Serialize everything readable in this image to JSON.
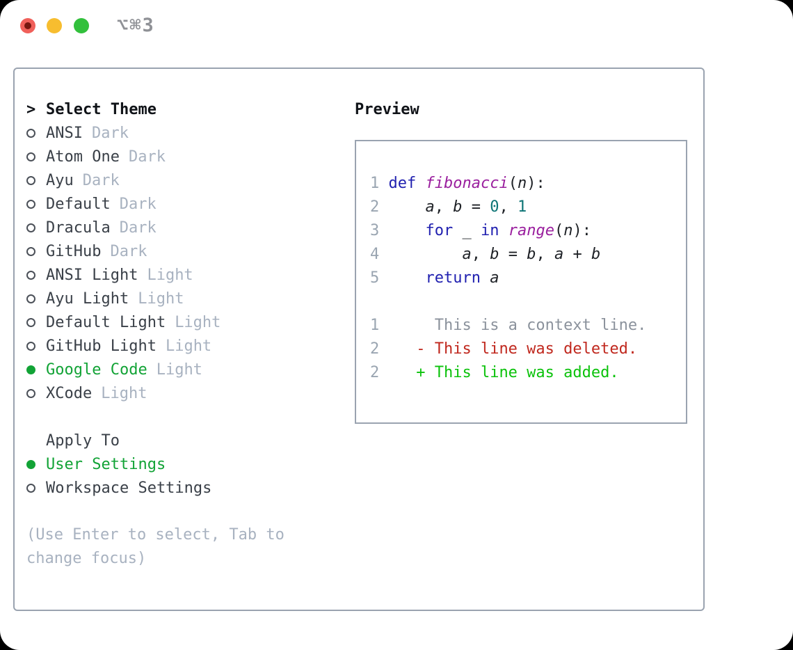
{
  "window": {
    "title_shortcut": "⌥⌘3"
  },
  "theme_list": {
    "prompt": ">",
    "header": "Select Theme",
    "items": [
      {
        "name": "ANSI",
        "variant": "Dark",
        "selected": false
      },
      {
        "name": "Atom One",
        "variant": "Dark",
        "selected": false
      },
      {
        "name": "Ayu",
        "variant": "Dark",
        "selected": false
      },
      {
        "name": "Default",
        "variant": "Dark",
        "selected": false
      },
      {
        "name": "Dracula",
        "variant": "Dark",
        "selected": false
      },
      {
        "name": "GitHub",
        "variant": "Dark",
        "selected": false
      },
      {
        "name": "ANSI Light",
        "variant": "Light",
        "selected": false
      },
      {
        "name": "Ayu Light",
        "variant": "Light",
        "selected": false
      },
      {
        "name": "Default Light",
        "variant": "Light",
        "selected": false
      },
      {
        "name": "GitHub Light",
        "variant": "Light",
        "selected": false
      },
      {
        "name": "Google Code",
        "variant": "Light",
        "selected": true
      },
      {
        "name": "XCode",
        "variant": "Light",
        "selected": false
      }
    ]
  },
  "apply_to": {
    "header": "Apply To",
    "items": [
      {
        "label": "User Settings",
        "selected": true
      },
      {
        "label": "Workspace Settings",
        "selected": false
      }
    ]
  },
  "help_text": "(Use Enter to select, Tab to change focus)",
  "preview": {
    "header": "Preview",
    "code_lines": [
      {
        "num": "1",
        "tokens": [
          [
            "kw",
            "def"
          ],
          [
            "pl",
            " "
          ],
          [
            "fn",
            "fibonacci"
          ],
          [
            "pl",
            "("
          ],
          [
            "id",
            "n"
          ],
          [
            "pl",
            "):"
          ]
        ]
      },
      {
        "num": "2",
        "tokens": [
          [
            "pl",
            "    "
          ],
          [
            "id",
            "a"
          ],
          [
            "pl",
            ", "
          ],
          [
            "id",
            "b"
          ],
          [
            "pl",
            " = "
          ],
          [
            "lit",
            "0"
          ],
          [
            "pl",
            ", "
          ],
          [
            "lit",
            "1"
          ]
        ]
      },
      {
        "num": "3",
        "tokens": [
          [
            "pl",
            "    "
          ],
          [
            "kw",
            "for"
          ],
          [
            "pl",
            " "
          ],
          [
            "id",
            "_"
          ],
          [
            "pl",
            " "
          ],
          [
            "kw",
            "in"
          ],
          [
            "pl",
            " "
          ],
          [
            "fn",
            "range"
          ],
          [
            "pl",
            "("
          ],
          [
            "id",
            "n"
          ],
          [
            "pl",
            "):"
          ]
        ]
      },
      {
        "num": "4",
        "tokens": [
          [
            "pl",
            "        "
          ],
          [
            "id",
            "a"
          ],
          [
            "pl",
            ", "
          ],
          [
            "id",
            "b"
          ],
          [
            "pl",
            " = "
          ],
          [
            "id",
            "b"
          ],
          [
            "pl",
            ", "
          ],
          [
            "id",
            "a"
          ],
          [
            "pl",
            " + "
          ],
          [
            "id",
            "b"
          ]
        ]
      },
      {
        "num": "5",
        "tokens": [
          [
            "pl",
            "    "
          ],
          [
            "kw",
            "return"
          ],
          [
            "pl",
            " "
          ],
          [
            "id",
            "a"
          ]
        ]
      }
    ],
    "diff_lines": [
      {
        "num": "1",
        "marker": "",
        "text": "This is a context line.",
        "kind": "context"
      },
      {
        "num": "2",
        "marker": "-",
        "text": "This line was deleted.",
        "kind": "deleted"
      },
      {
        "num": "2",
        "marker": "+",
        "text": "This line was added.",
        "kind": "added"
      }
    ]
  },
  "colors": {
    "red": "#f0605a",
    "red_dot": "#77170f",
    "yellow": "#f7bd2f",
    "green_light": "#32c03c",
    "title_gray": "#8f9196",
    "border": "#9aa3b0",
    "text_dark": "#3a4048",
    "muted": "#a8b2c0",
    "accent_green": "#12a336",
    "line_number": "#9aa5b1",
    "kw": "#2121b0",
    "fn": "#9a1f9e",
    "lit": "#0c7475",
    "code_plain": "#1e2126",
    "diff_context": "#8b929c",
    "diff_deleted": "#c0281e",
    "diff_added": "#0bc20b"
  }
}
